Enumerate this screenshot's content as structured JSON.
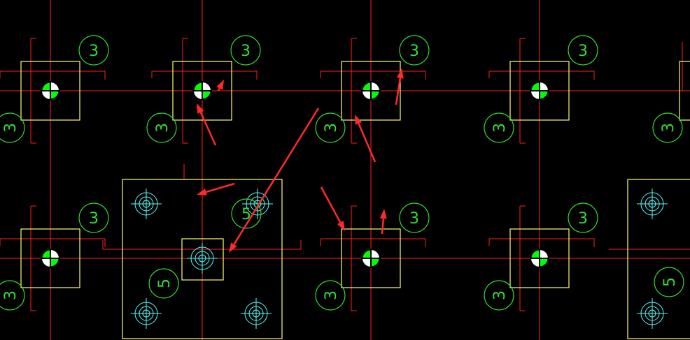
{
  "canvas": {
    "background": "#000000"
  },
  "colors": {
    "axis": "#ff2020",
    "outline": "#ffff66",
    "tag": "#33dd33",
    "pile": "#55ffff",
    "arrow": "#ff2a2a",
    "marker_fill": "#00ff00",
    "marker_quadrant": "#ffffff"
  },
  "labels": {
    "single_pile_cap": "3",
    "five_pile_cap": "5"
  },
  "legend": [
    {
      "item": "column-marker",
      "description": "green/white quadrant column symbol"
    },
    {
      "item": "pile-symbol",
      "description": "cyan concentric circle pile"
    }
  ],
  "icons": [
    "column-marker-icon",
    "pile-icon",
    "arrow-icon"
  ]
}
